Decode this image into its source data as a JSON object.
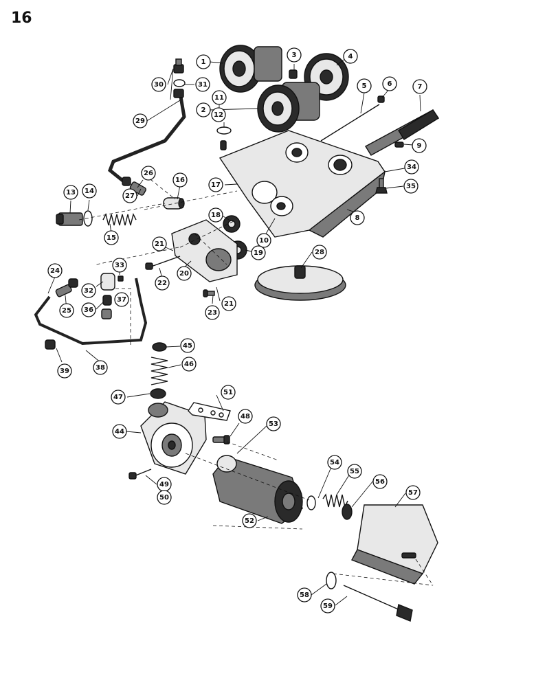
{
  "page_number": "16",
  "callouts": [
    "1",
    "2",
    "3",
    "4",
    "5",
    "6",
    "7",
    "8",
    "9",
    "10",
    "11",
    "12",
    "13",
    "14",
    "15",
    "16",
    "17",
    "18",
    "19",
    "20",
    "21",
    "22",
    "23",
    "24",
    "25",
    "26",
    "27",
    "28",
    "29",
    "30",
    "31",
    "32",
    "33",
    "34",
    "35",
    "36",
    "37",
    "38",
    "39",
    "44",
    "45",
    "46",
    "47",
    "48",
    "49",
    "50",
    "51",
    "52",
    "53",
    "54",
    "55",
    "56",
    "57",
    "58",
    "59"
  ]
}
